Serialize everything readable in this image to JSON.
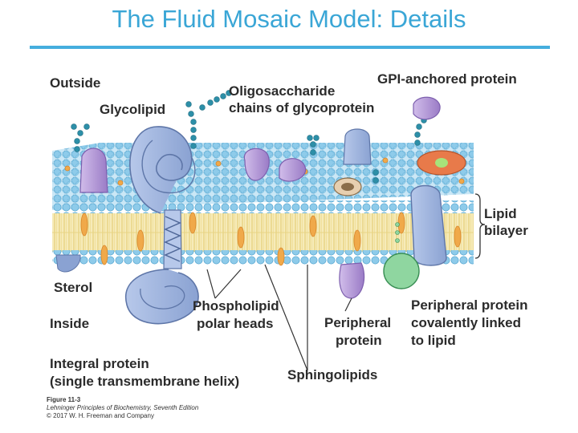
{
  "title": "The Fluid Mosaic Model: Details",
  "labels": {
    "outside": "Outside",
    "glycolipid": "Glycolipid",
    "oligo_line1": "Oligosaccharide",
    "oligo_line2": "chains of glycoprotein",
    "gpi": "GPI-anchored protein",
    "lipid_line1": "Lipid",
    "lipid_line2": "bilayer",
    "sterol": "Sterol",
    "inside": "Inside",
    "phospho_line1": "Phospholipid",
    "phospho_line2": "polar heads",
    "peripheral_line1": "Peripheral",
    "peripheral_line2": "protein",
    "pcov_line1": "Peripheral protein",
    "pcov_line2": "covalently linked",
    "pcov_line3": "to lipid",
    "integral_line1": "Integral protein",
    "integral_line2": "(single transmembrane helix)",
    "sphingo": "Sphingolipids"
  },
  "credit": {
    "figure": "Figure 11-3",
    "book": "Lehninger Principles of Biochemistry, Seventh Edition",
    "copyright": "© 2017 W. H. Freeman and Company"
  },
  "colors": {
    "title": "#3aa6d6",
    "heads": "#8ecbea",
    "tails": "#f2e3a0",
    "integral": "#9cb3dc",
    "purple": "#b79bd6",
    "green": "#8fd6a0",
    "orange": "#f0a94a",
    "sugar": "#2d8fa8"
  }
}
